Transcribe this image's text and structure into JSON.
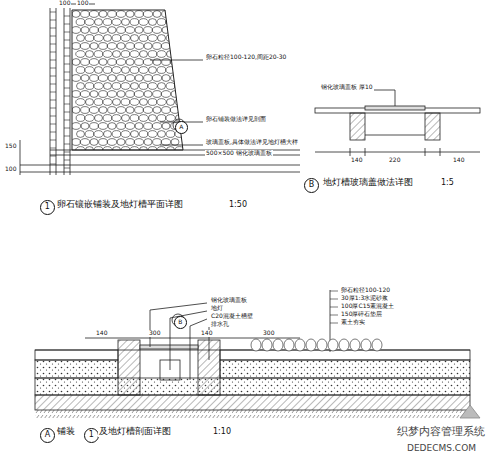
{
  "diagram": {
    "labels": [
      "100",
      "100",
      "卵石粒径100-120,间距20-30",
      "卵石铺装做法详见剖面",
      "A",
      "玻璃盖板,具体做法详见地灯槽大样",
      "500×500 钢化玻璃盖板",
      "150",
      "100",
      "1",
      "卵石镶嵌铺装及地灯槽平面详图",
      "1:50",
      "钢化玻璃盖板 厚10",
      "140",
      "220",
      "140",
      "B",
      "地灯槽玻璃盖做法详图",
      "1:5",
      "B",
      "钢化玻璃盖板",
      "地灯",
      "C20混凝土槽壁",
      "排水孔",
      "卵石粒径100-120",
      "30厚1:3水泥砂浆",
      "100厚C15素混凝土",
      "150厚碎石垫层",
      "素土夯实",
      "140",
      "300",
      "140",
      "300",
      "A",
      "铺装",
      "1",
      "及地灯槽剖面详图",
      "1:10",
      "织梦内容管理系统",
      "DEDECMS.COM"
    ]
  }
}
